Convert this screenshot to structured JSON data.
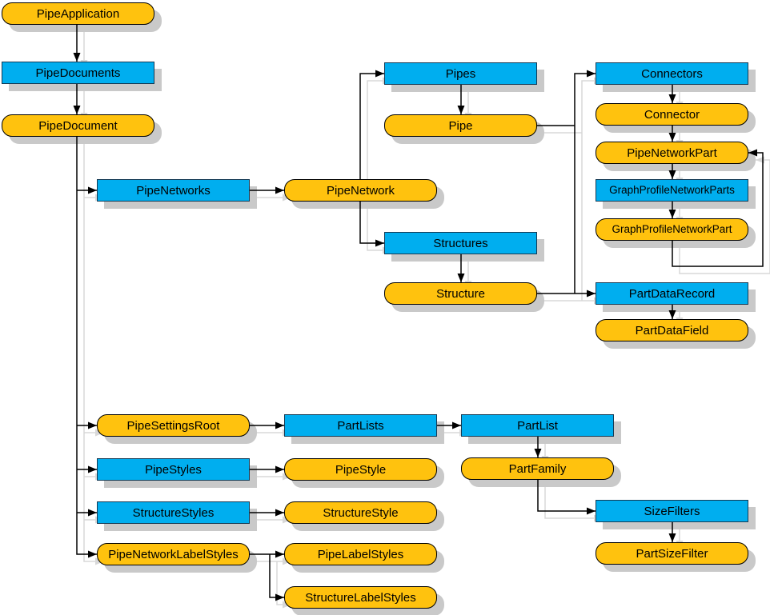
{
  "diagram": {
    "legend": {
      "collection_color": "#00AEEF",
      "object_color": "#FFC20E",
      "shadow_color": "#C9C9C9"
    },
    "nodes": {
      "pipe_application": {
        "label": "PipeApplication",
        "category": "object"
      },
      "pipe_documents": {
        "label": "PipeDocuments",
        "category": "collection"
      },
      "pipe_document": {
        "label": "PipeDocument",
        "category": "object"
      },
      "pipe_networks": {
        "label": "PipeNetworks",
        "category": "collection"
      },
      "pipe_network": {
        "label": "PipeNetwork",
        "category": "object"
      },
      "pipes": {
        "label": "Pipes",
        "category": "collection"
      },
      "pipe": {
        "label": "Pipe",
        "category": "object"
      },
      "structures": {
        "label": "Structures",
        "category": "collection"
      },
      "structure": {
        "label": "Structure",
        "category": "object"
      },
      "connectors": {
        "label": "Connectors",
        "category": "collection"
      },
      "connector": {
        "label": "Connector",
        "category": "object"
      },
      "pipe_network_part": {
        "label": "PipeNetworkPart",
        "category": "object"
      },
      "graph_profile_network_parts": {
        "label": "GraphProfileNetworkParts",
        "category": "collection"
      },
      "graph_profile_network_part": {
        "label": "GraphProfileNetworkPart",
        "category": "object"
      },
      "part_data_record": {
        "label": "PartDataRecord",
        "category": "collection"
      },
      "part_data_field": {
        "label": "PartDataField",
        "category": "object"
      },
      "pipe_settings_root": {
        "label": "PipeSettingsRoot",
        "category": "object"
      },
      "part_lists": {
        "label": "PartLists",
        "category": "collection"
      },
      "part_list": {
        "label": "PartList",
        "category": "collection"
      },
      "part_family": {
        "label": "PartFamily",
        "category": "object"
      },
      "pipe_styles": {
        "label": "PipeStyles",
        "category": "collection"
      },
      "pipe_style": {
        "label": "PipeStyle",
        "category": "object"
      },
      "structure_styles": {
        "label": "StructureStyles",
        "category": "collection"
      },
      "structure_style": {
        "label": "StructureStyle",
        "category": "object"
      },
      "pipe_network_label_styles": {
        "label": "PipeNetworkLabelStyles",
        "category": "object"
      },
      "pipe_label_styles": {
        "label": "PipeLabelStyles",
        "category": "object"
      },
      "structure_label_styles": {
        "label": "StructureLabelStyles",
        "category": "object"
      },
      "size_filters": {
        "label": "SizeFilters",
        "category": "collection"
      },
      "part_size_filter": {
        "label": "PartSizeFilter",
        "category": "object"
      }
    },
    "edges": [
      {
        "from": "PipeApplication",
        "to": "PipeDocuments"
      },
      {
        "from": "PipeDocuments",
        "to": "PipeDocument"
      },
      {
        "from": "PipeDocument",
        "to": "PipeNetworks"
      },
      {
        "from": "PipeDocument",
        "to": "PipeSettingsRoot"
      },
      {
        "from": "PipeDocument",
        "to": "PipeStyles"
      },
      {
        "from": "PipeDocument",
        "to": "StructureStyles"
      },
      {
        "from": "PipeDocument",
        "to": "PipeNetworkLabelStyles"
      },
      {
        "from": "PipeNetworks",
        "to": "PipeNetwork"
      },
      {
        "from": "PipeNetwork",
        "to": "Pipes"
      },
      {
        "from": "PipeNetwork",
        "to": "Structures"
      },
      {
        "from": "Pipes",
        "to": "Pipe"
      },
      {
        "from": "Structures",
        "to": "Structure"
      },
      {
        "from": "Pipe",
        "to": "Connectors"
      },
      {
        "from": "Pipe",
        "to": "PartDataRecord"
      },
      {
        "from": "Structure",
        "to": "Connectors"
      },
      {
        "from": "Structure",
        "to": "PartDataRecord"
      },
      {
        "from": "Connectors",
        "to": "Connector"
      },
      {
        "from": "Connector",
        "to": "PipeNetworkPart"
      },
      {
        "from": "PipeNetworkPart",
        "to": "GraphProfileNetworkParts"
      },
      {
        "from": "GraphProfileNetworkParts",
        "to": "GraphProfileNetworkPart"
      },
      {
        "from": "GraphProfileNetworkPart",
        "to": "PipeNetworkPart"
      },
      {
        "from": "PartDataRecord",
        "to": "PartDataField"
      },
      {
        "from": "PipeSettingsRoot",
        "to": "PartLists"
      },
      {
        "from": "PartLists",
        "to": "PartList"
      },
      {
        "from": "PartList",
        "to": "PartFamily"
      },
      {
        "from": "PartFamily",
        "to": "SizeFilters"
      },
      {
        "from": "SizeFilters",
        "to": "PartSizeFilter"
      },
      {
        "from": "PipeStyles",
        "to": "PipeStyle"
      },
      {
        "from": "StructureStyles",
        "to": "StructureStyle"
      },
      {
        "from": "PipeNetworkLabelStyles",
        "to": "PipeLabelStyles"
      },
      {
        "from": "PipeNetworkLabelStyles",
        "to": "StructureLabelStyles"
      }
    ]
  }
}
